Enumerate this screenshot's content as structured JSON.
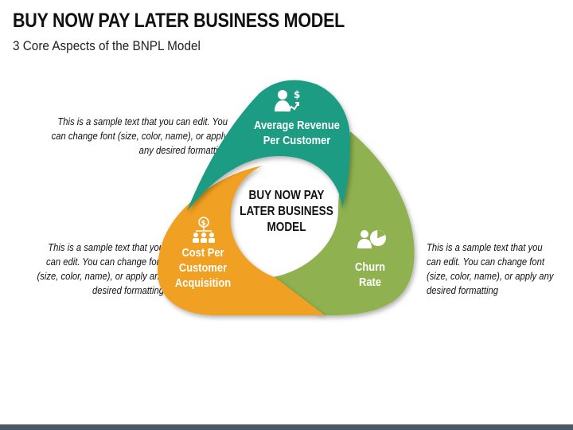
{
  "header": {
    "title": "BUY NOW PAY LATER BUSINESS MODEL",
    "subtitle": "3 Core Aspects of the BNPL Model"
  },
  "center": {
    "line1": "BUY NOW PAY",
    "line2": "LATER BUSINESS",
    "line3": "MODEL"
  },
  "segments": [
    {
      "id": "average-revenue",
      "line1": "Average Revenue",
      "line2": "Per Customer",
      "color": "#1e9c82",
      "icon": "person-revenue-icon"
    },
    {
      "id": "cost-per-customer",
      "line1": "Cost Per",
      "line2": "Customer",
      "line3": "Acquisition",
      "color": "#f0a020",
      "icon": "people-dollar-icon"
    },
    {
      "id": "churn-rate",
      "line1": "Churn",
      "line2": "Rate",
      "color": "#8fb150",
      "icon": "person-pie-chart-icon"
    }
  ],
  "descriptions": {
    "left_top": [
      "This is a sample text that you can edit. You",
      "can change font (size, color, name), or apply",
      "any desired formatting"
    ],
    "left_bottom": [
      "This is a sample text that you",
      "can edit. You can change font",
      "(size, color, name), or apply any",
      "desired formatting"
    ],
    "right": [
      "This is a sample text that you",
      "can edit. You can change font",
      "(size, color, name), or apply any",
      "desired formatting"
    ]
  },
  "colors": {
    "teal": "#1e9c82",
    "orange": "#f0a020",
    "green": "#8fb150",
    "footer": "#4b5a6b"
  }
}
